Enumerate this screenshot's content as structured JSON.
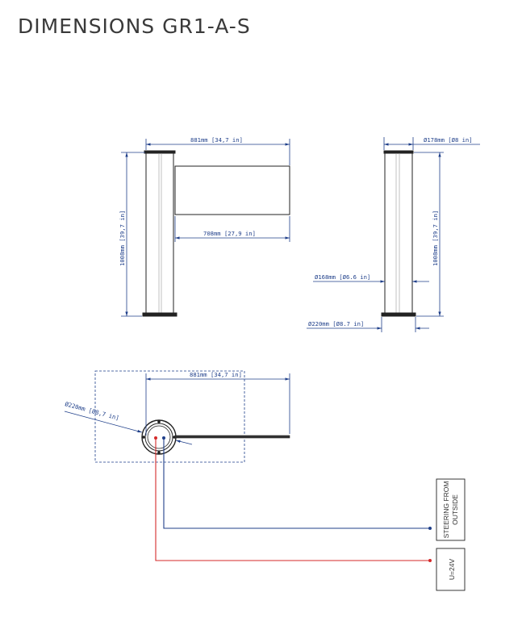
{
  "title": "DIMENSIONS GR1-A-S",
  "side_view": {
    "width_label": "881mm [34,7 in]",
    "arm_label": "708mm [27,9 in]",
    "height_label": "1008mm [39,7 in]"
  },
  "front_view": {
    "top_dia_label": "Ø178mm [Ø8 in]",
    "height_label": "1008mm [39,7 in]",
    "post_dia_label": "Ø168mm [Ø6.6 in]",
    "base_dia_label": "Ø220mm [Ø8.7 in]"
  },
  "top_view": {
    "width_label": "881mm [34,7 in]",
    "base_dia_label": "Ø220mm [Ø8,7 in]"
  },
  "wiring": {
    "steering_label_line1": "STEERING FROM",
    "steering_label_line2": "OUTSIDE",
    "voltage_label": "U=24V",
    "colors": {
      "blue": "#1f3f8a",
      "red": "#d42a2a",
      "dimension": "#1f3f8a"
    }
  }
}
